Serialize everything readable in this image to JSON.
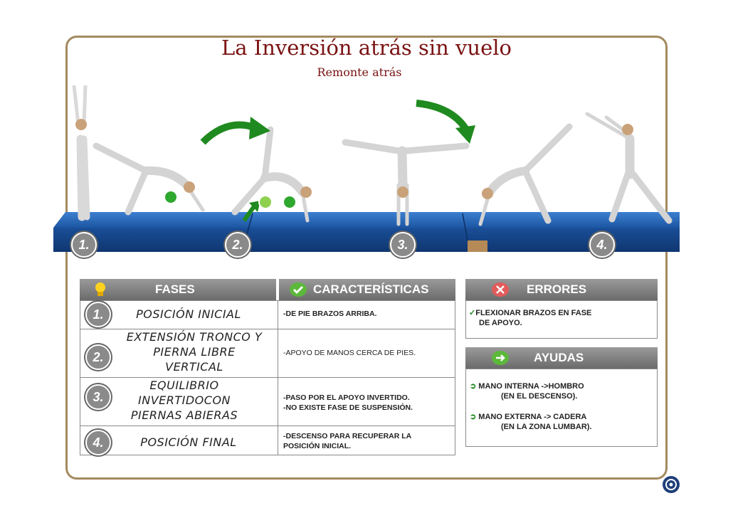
{
  "title": "La Inversión atrás sin vuelo",
  "subtitle": "Remonte atrás",
  "scene_badges": [
    "1.",
    "2.",
    "3.",
    "4."
  ],
  "fases": {
    "header": "FASES",
    "rows": [
      {
        "num": "1.",
        "lines": [
          "POSICIÓN INICIAL"
        ]
      },
      {
        "num": "2.",
        "lines": [
          "EXTENSIÓN TRONCO Y",
          "PIERNA LIBRE",
          "VERTICAL"
        ]
      },
      {
        "num": "3.",
        "lines": [
          "EQUILIBRIO",
          "INVERTIDOCON",
          "PIERNAS ABIERAS"
        ]
      },
      {
        "num": "4.",
        "lines": [
          "POSICIÓN FINAL"
        ]
      }
    ]
  },
  "caracteristicas": {
    "header": "CARACTERÍSTICAS",
    "rows": [
      [
        "-DE PIE BRAZOS ARRIBA."
      ],
      [
        "-APOYO DE MANOS CERCA DE PIES."
      ],
      [
        "-PASO POR EL APOYO INVERTIDO.",
        "-NO EXISTE FASE DE SUSPENSIÓN."
      ],
      [
        "-DESCENSO PARA RECUPERAR LA",
        "POSICIÓN INICIAL."
      ]
    ]
  },
  "errores": {
    "header": "ERRORES",
    "lines": [
      "FLEXIONAR BRAZOS EN FASE",
      "DE APOYO."
    ]
  },
  "ayudas": {
    "header": "AYUDAS",
    "items": [
      [
        "MANO INTERNA ->HOMBRO",
        "(EN EL DESCENSO)."
      ],
      [
        "MANO EXTERNA -> CADERA",
        "(EN LA ZONA LUMBAR)."
      ]
    ]
  },
  "colors": {
    "title": "#7a1212",
    "frame": "#a38a5f",
    "mat": "#1f5fae",
    "arrow": "#1f8a1f",
    "header": "#7f7f7f"
  },
  "icons": [
    "lightbulb-icon",
    "check-icon",
    "x-icon",
    "arrow-right-icon",
    "logo-icon"
  ]
}
